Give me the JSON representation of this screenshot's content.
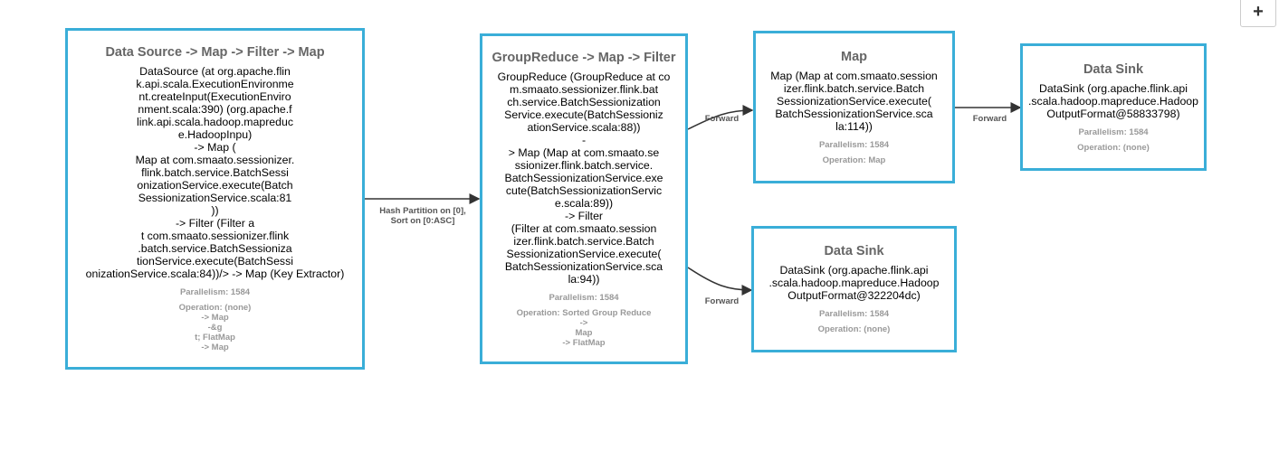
{
  "zoom_in_button": "+",
  "nodes": [
    {
      "title": "Data Source -> Map -> Filter -> Map",
      "body": "DataSource (at org.apache.flin\nk.api.scala.ExecutionEnvironme\nnt.createInput(ExecutionEnviro\nnment.scala:390) (org.apache.f\nlink.api.scala.hadoop.mapreduc\ne.HadoopInpu)\n-> Map (\nMap at com.smaato.sessionizer.\nflink.batch.service.BatchSessi\nonizationService.execute(Batch\nSessionizationService.scala:81\n))\n-> Filter (Filter a\nt com.smaato.sessionizer.flink\n.batch.service.BatchSessioniza\ntionService.execute(BatchSessi\nonizationService.scala:84))/> -> Map (Key Extractor)",
      "parallelism": "Parallelism: 1584",
      "operation": "Operation: (none)\n-> Map\n-&g\nt; FlatMap\n-> Map"
    },
    {
      "title": "GroupReduce -> Map -> Filter",
      "body": "GroupReduce (GroupReduce at co\nm.smaato.sessionizer.flink.bat\nch.service.BatchSessionization\nService.execute(BatchSessioniz\nationService.scala:88))\n-\n> Map (Map at com.smaato.se\nssionizer.flink.batch.service.\nBatchSessionizationService.exe\ncute(BatchSessionizationServic\ne.scala:89))\n-> Filter\n(Filter at com.smaato.session\nizer.flink.batch.service.Batch\nSessionizationService.execute(\nBatchSessionizationService.sca\nla:94))",
      "parallelism": "Parallelism: 1584",
      "operation": "Operation: Sorted Group Reduce\n->\nMap\n-> FlatMap"
    },
    {
      "title": "Map",
      "body": "Map (Map at com.smaato.session\nizer.flink.batch.service.Batch\nSessionizationService.execute(\nBatchSessionizationService.sca\nla:114))",
      "parallelism": "Parallelism: 1584",
      "operation": "Operation: Map"
    },
    {
      "title": "Data Sink",
      "body": "DataSink (org.apache.flink.api\n.scala.hadoop.mapreduce.Hadoop\nOutputFormat@58833798)",
      "parallelism": "Parallelism: 1584",
      "operation": "Operation: (none)"
    },
    {
      "title": "Data Sink",
      "body": "DataSink (org.apache.flink.api\n.scala.hadoop.mapreduce.Hadoop\nOutputFormat@322204dc)",
      "parallelism": "Parallelism: 1584",
      "operation": "Operation: (none)"
    }
  ],
  "edges": [
    {
      "from": 0,
      "to": 1,
      "label": "Hash Partition on [0],\nSort on [0:ASC]"
    },
    {
      "from": 1,
      "to": 2,
      "label": "Forward"
    },
    {
      "from": 2,
      "to": 3,
      "label": "Forward"
    },
    {
      "from": 1,
      "to": 4,
      "label": "Forward"
    }
  ],
  "colors": {
    "node_border": "#3aaed8",
    "edge": "#333333"
  }
}
